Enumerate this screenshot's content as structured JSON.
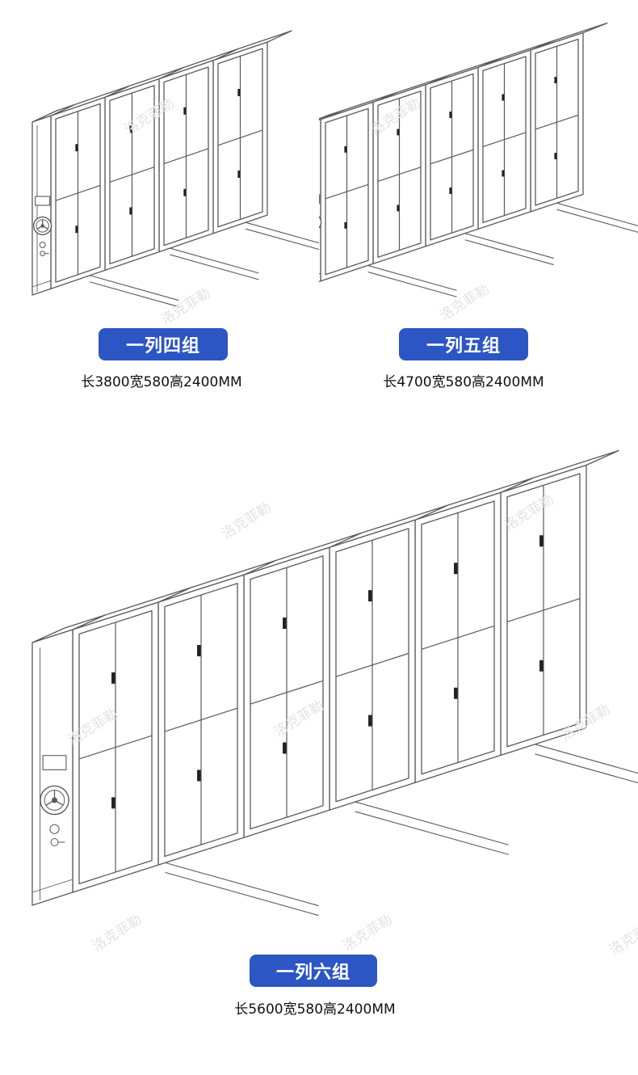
{
  "watermark": "洛克菲勒",
  "colors": {
    "pill_bg": "#2c56c3",
    "pill_text": "#ffffff",
    "line": "#5a5a5a"
  },
  "products": [
    {
      "title": "一列四组",
      "dimensions": "长3800宽580高2400MM",
      "groups": 4
    },
    {
      "title": "一列五组",
      "dimensions": "长4700宽580高2400MM",
      "groups": 5
    },
    {
      "title": "一列六组",
      "dimensions": "长5600宽580高2400MM",
      "groups": 6
    }
  ]
}
